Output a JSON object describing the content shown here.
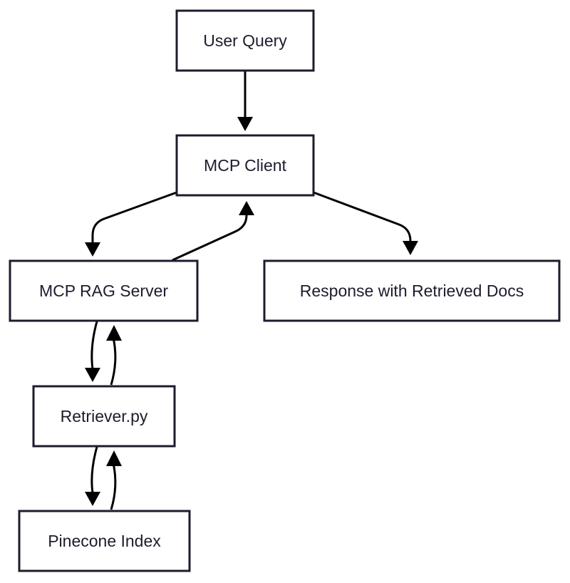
{
  "nodes": {
    "user_query": "User Query",
    "mcp_client": "MCP Client",
    "mcp_rag_server": "MCP RAG Server",
    "response": "Response with Retrieved Docs",
    "retriever": "Retriever.py",
    "pinecone_index": "Pinecone Index"
  },
  "edges": [
    {
      "from": "user_query",
      "to": "mcp_client"
    },
    {
      "from": "mcp_client",
      "to": "mcp_rag_server"
    },
    {
      "from": "mcp_rag_server",
      "to": "mcp_client"
    },
    {
      "from": "mcp_client",
      "to": "response"
    },
    {
      "from": "mcp_rag_server",
      "to": "retriever"
    },
    {
      "from": "retriever",
      "to": "mcp_rag_server"
    },
    {
      "from": "retriever",
      "to": "pinecone_index"
    },
    {
      "from": "pinecone_index",
      "to": "retriever"
    }
  ],
  "colors": {
    "node_border": "#1c1c2e",
    "node_fill": "#ffffff",
    "text": "#1c1c2e",
    "edge": "#000000",
    "background": "#ffffff"
  }
}
